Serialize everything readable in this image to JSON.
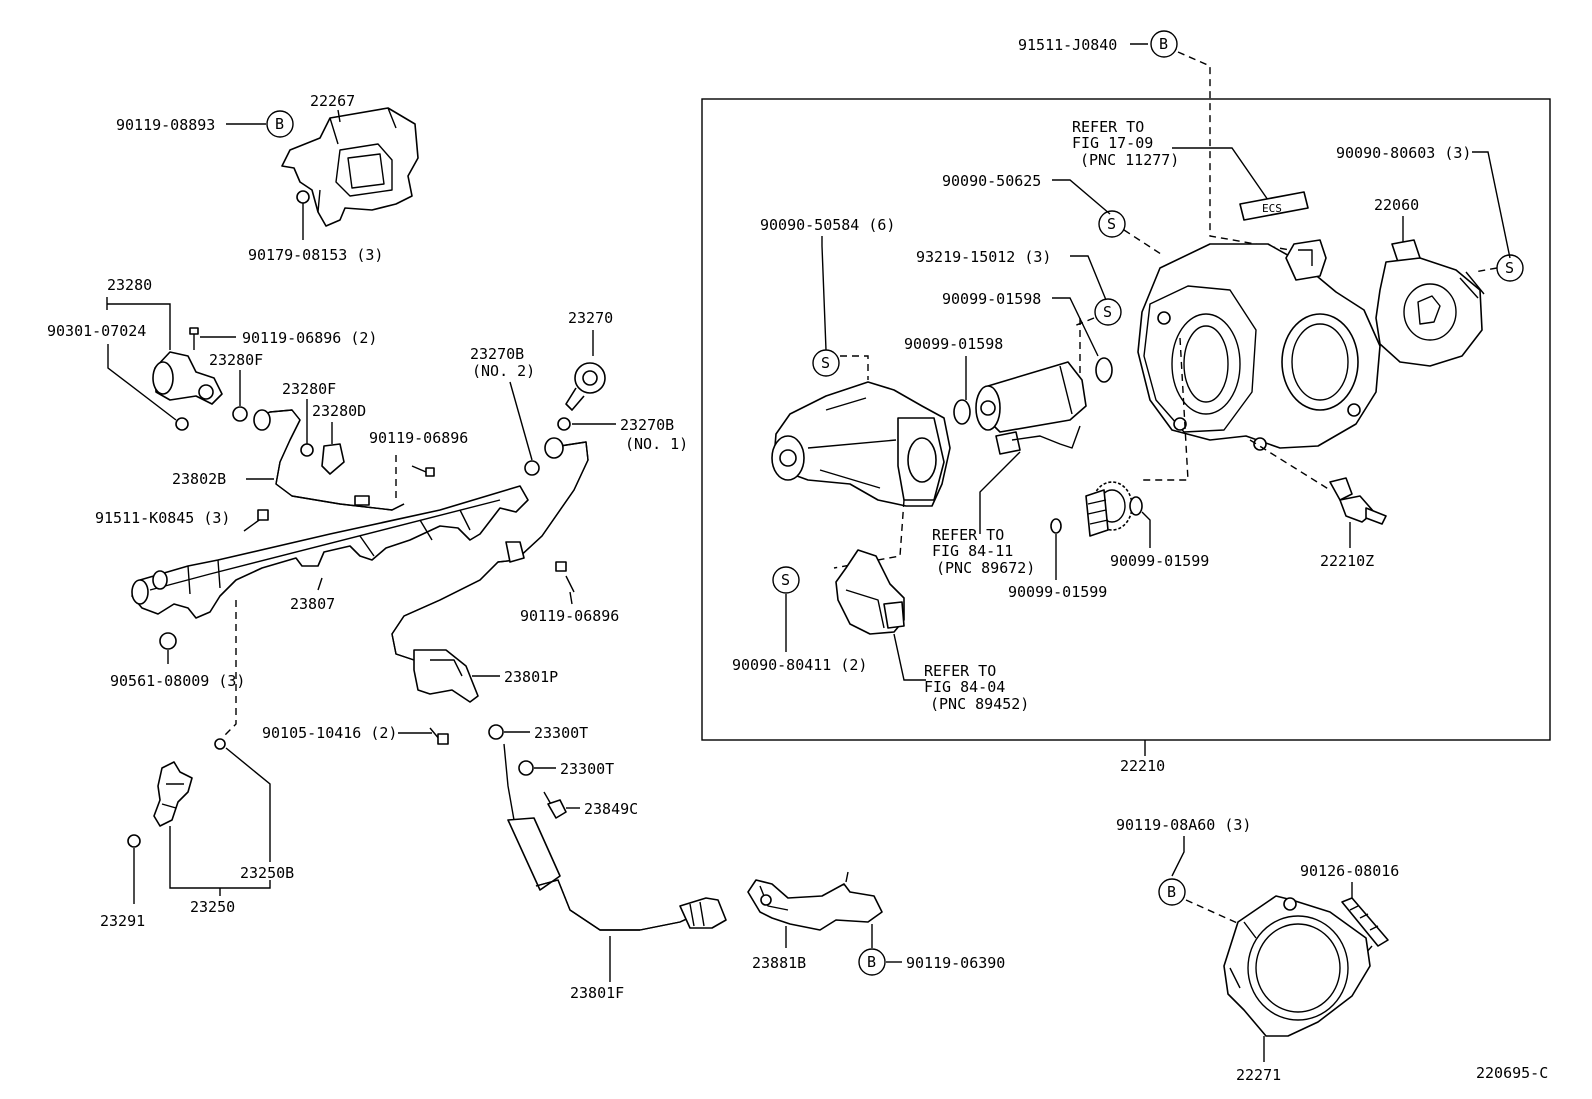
{
  "colors": {
    "line": "#000000",
    "background": "#ffffff"
  },
  "frame_label": "22210",
  "figure_code": "220695-C",
  "marker_letters": {
    "bolt": "B",
    "screw": "S"
  },
  "labels": {
    "p22267": "22267",
    "p90119_08893": "90119-08893",
    "p90179_08153": "90179-08153 (3)",
    "p23280": "23280",
    "p90301_07024": "90301-07024",
    "p90119_06896_2": "90119-06896 (2)",
    "p23280F_a": "23280F",
    "p23280F_b": "23280F",
    "p23280D": "23280D",
    "p90119_06896_a": "90119-06896",
    "p23802B": "23802B",
    "p91511_K0845": "91511-K0845 (3)",
    "p23807": "23807",
    "p90561_08009": "90561-08009 (3)",
    "p23270B_no2": "23270B",
    "p23270B_no2_sub": "(NO. 2)",
    "p23270": "23270",
    "p23270B_no1": "23270B",
    "p23270B_no1_sub": "(NO. 1)",
    "p90119_06896_b": "90119-06896",
    "p23801P": "23801P",
    "p90105_10416": "90105-10416 (2)",
    "p23300T_a": "23300T",
    "p23300T_b": "23300T",
    "p23849C": "23849C",
    "p23250B": "23250B",
    "p23250": "23250",
    "p23291": "23291",
    "p23801F": "23801F",
    "p23881B": "23881B",
    "p90119_06390": "90119-06390",
    "p91511_J0840": "91511-J0840",
    "ref_17_09_a": "REFER TO",
    "ref_17_09_b": "FIG 17-09",
    "ref_17_09_c": "(PNC 11277)",
    "p90090_80603": "90090-80603 (3)",
    "p90090_50625": "90090-50625",
    "p22060": "22060",
    "p90090_50584": "90090-50584 (6)",
    "p93219_15012": "93219-15012 (3)",
    "p90099_01598_a": "90099-01598",
    "p90099_01598_b": "90099-01598",
    "ref_84_11_a": "REFER TO",
    "ref_84_11_b": "FIG 84-11",
    "ref_84_11_c": "(PNC 89672)",
    "p90099_01599_a": "90099-01599",
    "p90099_01599_b": "90099-01599",
    "p22210Z": "22210Z",
    "p90090_80411": "90090-80411 (2)",
    "ref_84_04_a": "REFER TO",
    "ref_84_04_b": "FIG 84-04",
    "ref_84_04_c": "(PNC 89452)",
    "p90119_08A60": "90119-08A60 (3)",
    "p90126_08016": "90126-08016",
    "p22271": "22271",
    "ecs_plate": "ECS"
  }
}
